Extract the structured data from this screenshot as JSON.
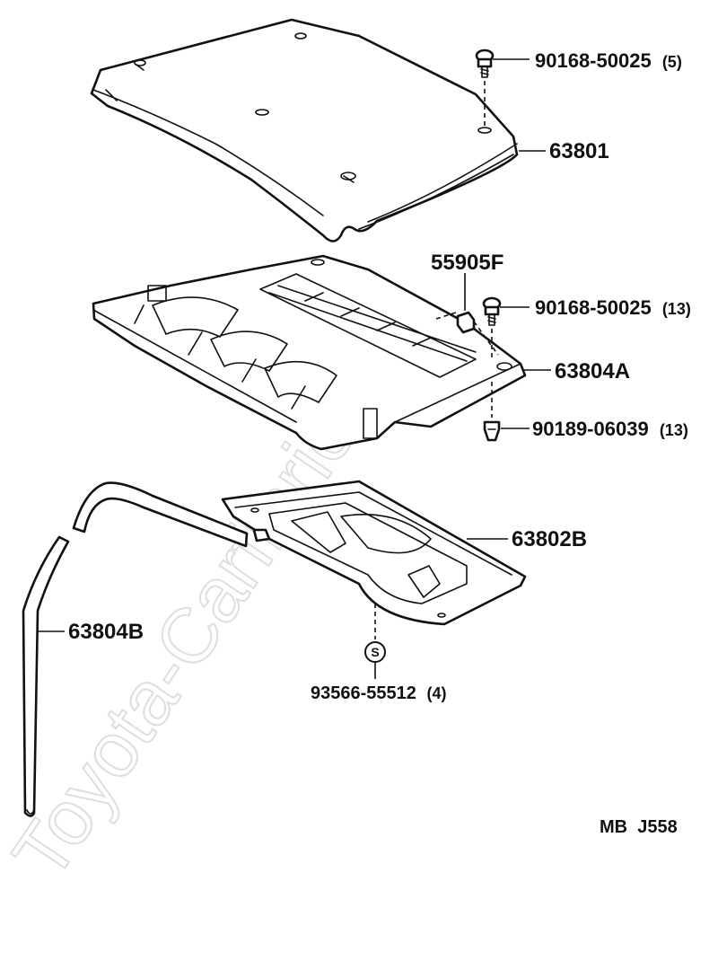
{
  "watermark": "Toyota-Carfinrie.ru",
  "callouts": [
    {
      "id": "bolt-top",
      "part_no": "90168-50025",
      "qty": "(5)"
    },
    {
      "id": "upper-cover",
      "part_no": "63801",
      "qty": ""
    },
    {
      "id": "clip-nut",
      "part_no": "55905F",
      "qty": ""
    },
    {
      "id": "bolt-mid",
      "part_no": "90168-50025",
      "qty": "(13)"
    },
    {
      "id": "mid-tray",
      "part_no": "63804A",
      "qty": ""
    },
    {
      "id": "clip-bottom",
      "part_no": "90189-06039",
      "qty": "(13)"
    },
    {
      "id": "lower-tray",
      "part_no": "63802B",
      "qty": ""
    },
    {
      "id": "hose",
      "part_no": "63804B",
      "qty": ""
    },
    {
      "id": "screw-s",
      "part_no": "93566-55512",
      "qty": "(4)"
    }
  ],
  "screw_symbol": "S",
  "diagram_code": "MB  J558"
}
